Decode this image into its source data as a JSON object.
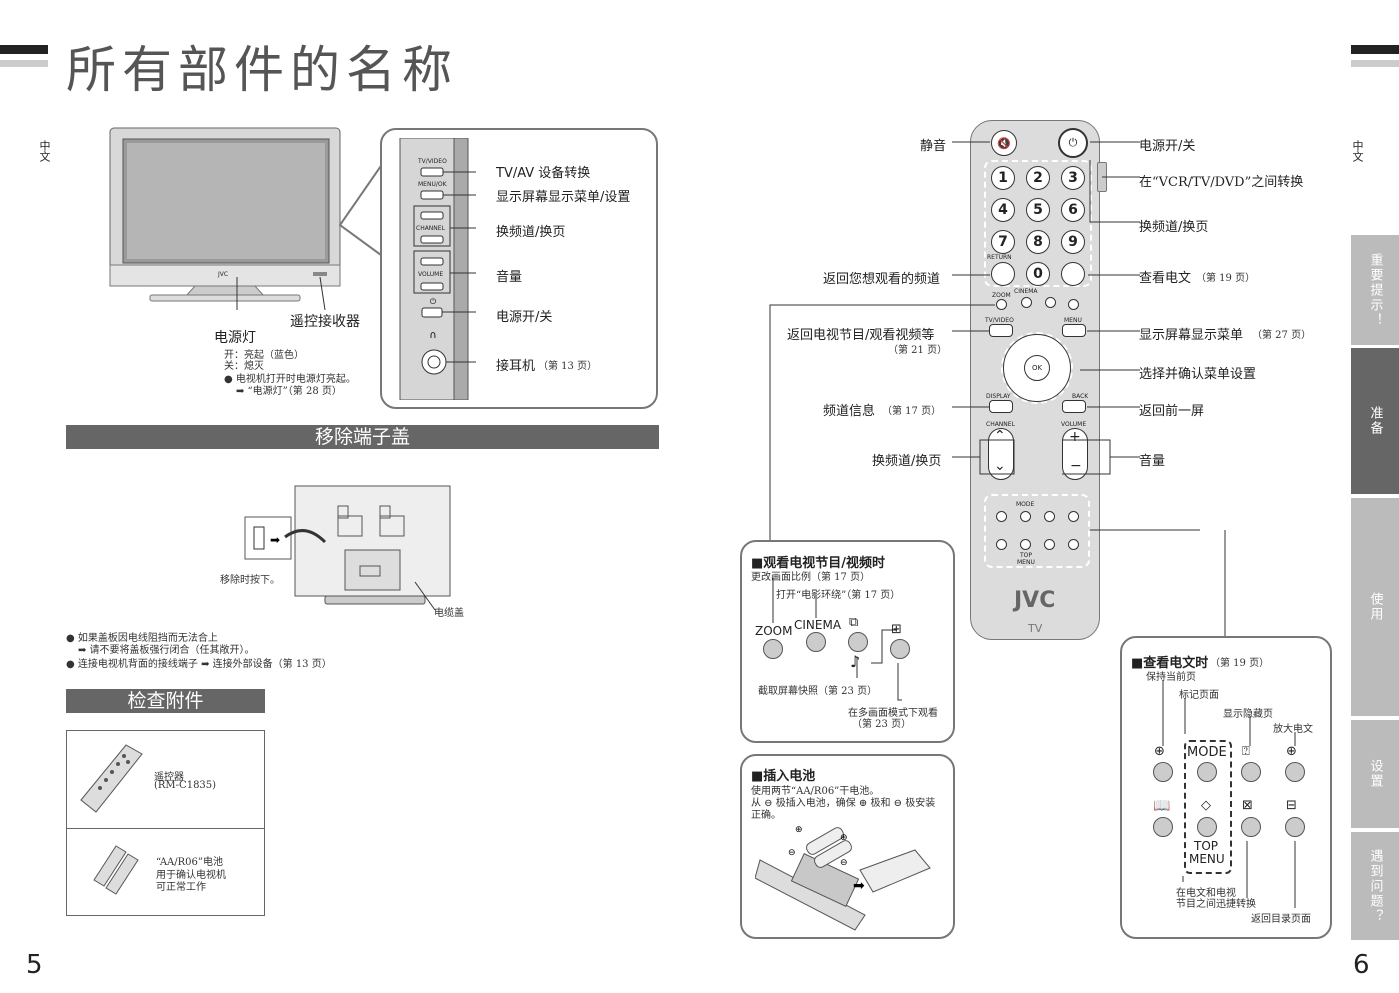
{
  "page": {
    "title": "所有部件的名称",
    "lang_left": "中文",
    "lang_right": "中文",
    "page_left": "5",
    "page_right": "6"
  },
  "tv_front": {
    "brand": "JVC",
    "power_lamp": "电源灯",
    "remote_sensor": "遥控接收器",
    "lamp_on": "开：亮起（蓝色）",
    "lamp_off": "关：熄灭",
    "note1": "● 电视机打开时电源灯亮起。",
    "note2": "➡ “电源灯”（第 28 页）"
  },
  "tv_side": {
    "btn_tvvideo": "TV/VIDEO",
    "btn_menuok": "MENU/OK",
    "lbl_channel": "CHANNEL",
    "lbl_volume": "VOLUME",
    "labels": {
      "tvav": "TV/AV 设备转换",
      "menu": "显示屏幕显示菜单/设置",
      "channel": "换频道/换页",
      "volume": "音量",
      "power": "电源开/关",
      "headphone": "接耳机",
      "headphone_page": "（第 13 页）"
    }
  },
  "remove_cover": {
    "title": "移除端子盖",
    "press": "移除时按下。",
    "cable_cover": "电缆盖",
    "note1": "● 如果盖板因电线阻挡而无法合上",
    "note2": "➡ 请不要将盖板强行闭合（任其敞开）。",
    "note3": "● 连接电视机背面的接线端子 ➡ 连接外部设备（第 13 页）"
  },
  "accessories": {
    "title": "检查附件",
    "remote": "遥控器",
    "remote_model": "(RM-C1835)",
    "battery": "“AA/R06”电池",
    "battery_note1": "用于确认电视机",
    "battery_note2": "可正常工作"
  },
  "remote": {
    "brand": "JVC",
    "tv": "TV",
    "btn_return": "RETURN",
    "btn_zoom": "ZOOM",
    "btn_cinema": "CINEMA",
    "btn_tvvideo": "TV/VIDEO",
    "btn_menu": "MENU",
    "btn_ok": "OK",
    "btn_display": "DISPLAY",
    "btn_back": "BACK",
    "lbl_channel": "CHANNEL",
    "lbl_volume": "VOLUME",
    "lbl_mode": "MODE",
    "lbl_top": "TOP",
    "lbl_menu": "MENU",
    "numbers": [
      "1",
      "2",
      "3",
      "4",
      "5",
      "6",
      "7",
      "8",
      "9",
      "0"
    ],
    "left_labels": {
      "mute": "静音",
      "return": "返回您想观看的频道",
      "tvvideo": "返回电视节目/观看视频等",
      "tvvideo_page": "（第 21 页）",
      "display": "频道信息",
      "display_page": "（第 17 页）",
      "channel": "换频道/换页"
    },
    "right_labels": {
      "power": "电源开/关",
      "switch": "在“VCR/TV/DVD”之间转换",
      "channel": "换频道/换页",
      "teletext": "查看电文",
      "teletext_page": "（第 19 页）",
      "menu": "显示屏幕显示菜单",
      "menu_page": "（第 27 页）",
      "select": "选择并确认菜单设置",
      "back": "返回前一屏",
      "volume": "音量"
    }
  },
  "watch_box": {
    "title": "■观看电视节目/视频时",
    "aspect": "更改画面比例（第 17 页）",
    "cinema": "打开“电影环绕”（第 17 页）",
    "zoom": "ZOOM",
    "cinema_btn": "CINEMA",
    "snapshot": "截取屏幕快照（第 23 页）",
    "multi1": "在多画面模式下观看",
    "multi2": "（第 23 页）"
  },
  "battery_box": {
    "title": "■插入电池",
    "line1": "使用两节“AA/R06”干电池。",
    "line2": "从 ⊖ 极插入电池，确保 ⊕ 极和 ⊖ 极安装",
    "line3": "正确。"
  },
  "teletext_box": {
    "title": "■查看电文时",
    "title_page": "（第 19 页）",
    "hold": "保持当前页",
    "index": "标记页面",
    "reveal": "显示隐藏页",
    "size": "放大电文",
    "mode": "MODE",
    "top": "TOP",
    "menu": "MENU",
    "switch1": "在电文和电视",
    "switch2": "节目之间迅捷转换",
    "toc": "返回目录页面"
  },
  "side_tabs": [
    "重要提示！",
    "准备",
    "使用",
    "设置",
    "遇到问题？"
  ]
}
